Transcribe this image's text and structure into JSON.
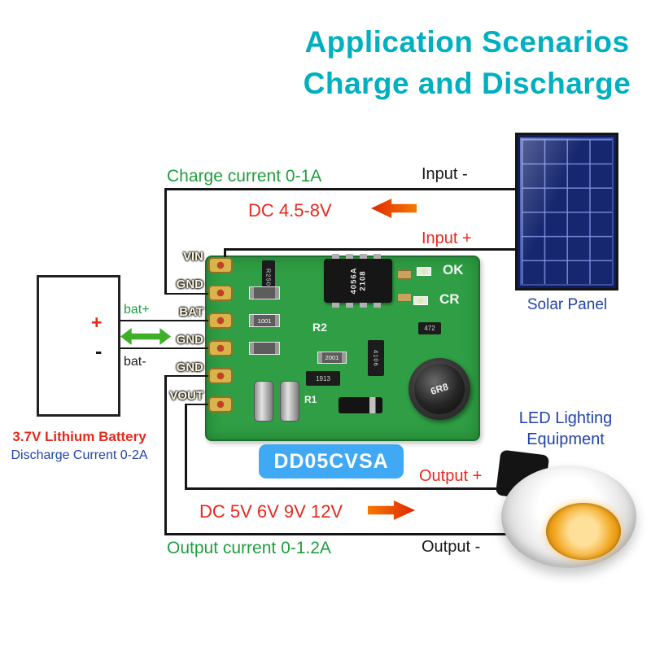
{
  "title": {
    "line1": "Application Scenarios",
    "line2": "Charge and Discharge"
  },
  "charge": {
    "current_label": "Charge current 0-1A",
    "dc_label": "DC 4.5-8V",
    "input_minus": "Input -",
    "input_plus": "Input +"
  },
  "solar": {
    "label": "Solar Panel"
  },
  "battery": {
    "plus": "+",
    "minus": "-",
    "bat_plus": "bat+",
    "bat_minus": "bat-",
    "name": "3.7V Lithium Battery",
    "discharge": "Discharge Current 0-2A"
  },
  "pins": [
    "VIN",
    "GND",
    "BAT",
    "GND",
    "GND",
    "VOUT"
  ],
  "pcb": {
    "badge": "DD05CVSA",
    "chip_line1": "4056A",
    "chip_line2": "2108",
    "led_ok": "OK",
    "led_cr": "CR",
    "r2": "R2",
    "r1": "R1",
    "inductor": "6R8",
    "r250": "R250",
    "res1001": "1001",
    "res2001": "2001",
    "ic1913": "1913",
    "cap472": "472",
    "ic4106": "4106"
  },
  "output": {
    "dc_label": "DC 5V 6V 9V 12V",
    "current_label": "Output current 0-1.2A",
    "output_plus": "Output +",
    "output_minus": "Output -"
  },
  "led": {
    "label_line1": "LED Lighting",
    "label_line2": "Equipment"
  },
  "colors": {
    "title": "#00b0c0",
    "green_text": "#1f9e3d",
    "red_text": "#e8291c",
    "blue_text": "#2244aa",
    "badge_bg": "#3fa9f5",
    "pcb_green": "#2f9e44",
    "wire": "#151515",
    "arrow_red": "#ea3c0c",
    "arrow_green": "#3fae2a"
  }
}
